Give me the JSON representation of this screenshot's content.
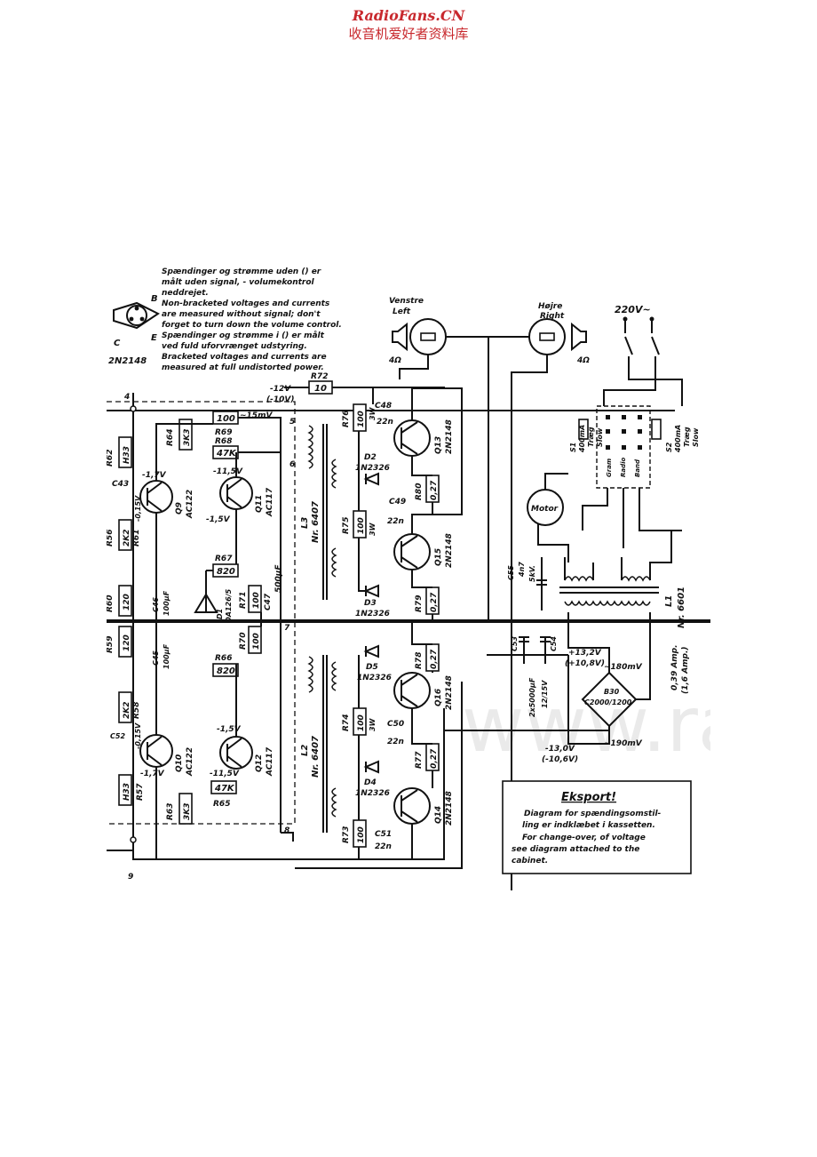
{
  "header": {
    "site": "RadioFans.CN",
    "subtitle": "收音机爱好者资料库"
  },
  "watermark": "www.radiofans.cn",
  "notes": {
    "top_note": [
      "Spændinger og strømme uden () er",
      "målt uden signal, - volumekontrol",
      "neddrejet.",
      "Non-bracketed voltages and currents",
      "are measured without signal; don't",
      "forget to turn down the volume control.",
      "Spændinger og strømme i () er målt",
      "ved fuld uforvrænget udstyring.",
      "Bracketed voltages and currents are",
      "measured at full undistorted power."
    ],
    "export_title": "Eksport!",
    "export_body": [
      "Diagram for spændingsomstil-",
      "ling er indklæbet i kassetten.",
      "For change-over, of voltage",
      "see diagram attached to the",
      "cabinet."
    ]
  },
  "pinout": {
    "b": "B",
    "c": "C",
    "e": "E",
    "part": "2N2148"
  },
  "speakers": {
    "left": {
      "name1": "Venstre",
      "name2": "Left",
      "ohm": "4Ω"
    },
    "right": {
      "name1": "Højre",
      "name2": "Right",
      "ohm": "4Ω"
    }
  },
  "mains": "220V~",
  "fuses": {
    "s1": [
      "S1",
      "400mA",
      "Træg",
      "Slow"
    ],
    "s2": [
      "S2",
      "400mA",
      "Træg",
      "Slow"
    ]
  },
  "switch_labels": [
    "Gram",
    "Radio",
    "Band"
  ],
  "motor": "Motor",
  "transformer": {
    "ref": "L1",
    "part": "Nr. 6601"
  },
  "mains_cap": {
    "ref": "C55",
    "value": "4n7",
    "rating": "5kV."
  },
  "rail_voltages": {
    "pos": "+13,2V",
    "pos_full": "(+10,8V)",
    "pos_ripple": "~180mV",
    "neg": "-13,0V",
    "neg_full": "(-10,6V)",
    "neg_ripple": "~190mV"
  },
  "rectifier": {
    "ref": "B30",
    "value": "C2000/1200"
  },
  "supply_current": [
    "0,39 Amp.",
    "(1,6 Amp.)"
  ],
  "filter_caps": {
    "refs": [
      "C53",
      "C54"
    ],
    "value": "2x5000μF",
    "rating": "12/15V"
  },
  "terminals": [
    "4",
    "5",
    "6",
    "7",
    "8",
    "9"
  ],
  "feed": {
    "v1": "-12V",
    "v1_full": "(-10V)",
    "ripple": "~15mV",
    "r72": "R72",
    "r72_val": "10"
  },
  "resistors": [
    {
      "ref": "R69",
      "value": "100"
    },
    {
      "ref": "R68",
      "value": "47K"
    },
    {
      "ref": "R64",
      "value": "3K3"
    },
    {
      "ref": "R62",
      "value": "H33"
    },
    {
      "ref": "R61",
      "value": "2K2"
    },
    {
      "ref": "R56",
      "value": ""
    },
    {
      "ref": "R67",
      "value": "820"
    },
    {
      "ref": "R71",
      "value": "100"
    },
    {
      "ref": "R60",
      "value": "120"
    },
    {
      "ref": "R59",
      "value": "120"
    },
    {
      "ref": "R66",
      "value": "820"
    },
    {
      "ref": "R70",
      "value": "100"
    },
    {
      "ref": "R58",
      "value": "2K2"
    },
    {
      "ref": "R57",
      "value": "H33"
    },
    {
      "ref": "R63",
      "value": "3K3"
    },
    {
      "ref": "R65",
      "value": "47K"
    },
    {
      "ref": "R76",
      "value": "100",
      "rating": "3W"
    },
    {
      "ref": "R80",
      "value": "0,27"
    },
    {
      "ref": "R75",
      "value": "100",
      "rating": "3W"
    },
    {
      "ref": "R79",
      "value": "0,27"
    },
    {
      "ref": "R78",
      "value": "0,27"
    },
    {
      "ref": "R74",
      "value": "100",
      "rating": "3W"
    },
    {
      "ref": "R77",
      "value": "0,27"
    },
    {
      "ref": "R73",
      "value": "100",
      "rating": "3W"
    }
  ],
  "capacitors": [
    {
      "ref": "C43",
      "value": ""
    },
    {
      "ref": "C46",
      "value": "100μF"
    },
    {
      "ref": "C45",
      "value": "100μF"
    },
    {
      "ref": "C47",
      "value": "500μF"
    },
    {
      "ref": "C48",
      "value": "22n"
    },
    {
      "ref": "C49",
      "value": "22n"
    },
    {
      "ref": "C50",
      "value": "22n"
    },
    {
      "ref": "C51",
      "value": "22n"
    },
    {
      "ref": "C52",
      "value": ""
    }
  ],
  "transistors": [
    {
      "ref": "Q9",
      "type": "AC122",
      "v_b": "-1,7V",
      "v_e": "-0,15V"
    },
    {
      "ref": "Q11",
      "type": "AC117",
      "v_c": "-11,5V",
      "v_e": "-1,5V"
    },
    {
      "ref": "Q10",
      "type": "AC122",
      "v_b": "-1,7V",
      "v_e": "-0,15V"
    },
    {
      "ref": "Q12",
      "type": "AC117",
      "v_c": "-11,5V",
      "v_e": "-1,5V"
    },
    {
      "ref": "Q13",
      "type": "2N2148"
    },
    {
      "ref": "Q15",
      "type": "2N2148"
    },
    {
      "ref": "Q16",
      "type": "2N2148"
    },
    {
      "ref": "Q14",
      "type": "2N2148"
    }
  ],
  "diodes": [
    {
      "ref": "D1",
      "type": "OA126/5"
    },
    {
      "ref": "D2",
      "type": "1N2326"
    },
    {
      "ref": "D3",
      "type": "1N2326"
    },
    {
      "ref": "D4",
      "type": "1N2326"
    },
    {
      "ref": "D5",
      "type": "1N2326"
    }
  ],
  "drivers": [
    {
      "ref": "L3",
      "part": "Nr. 6407"
    },
    {
      "ref": "L2",
      "part": "Nr. 6407"
    }
  ]
}
